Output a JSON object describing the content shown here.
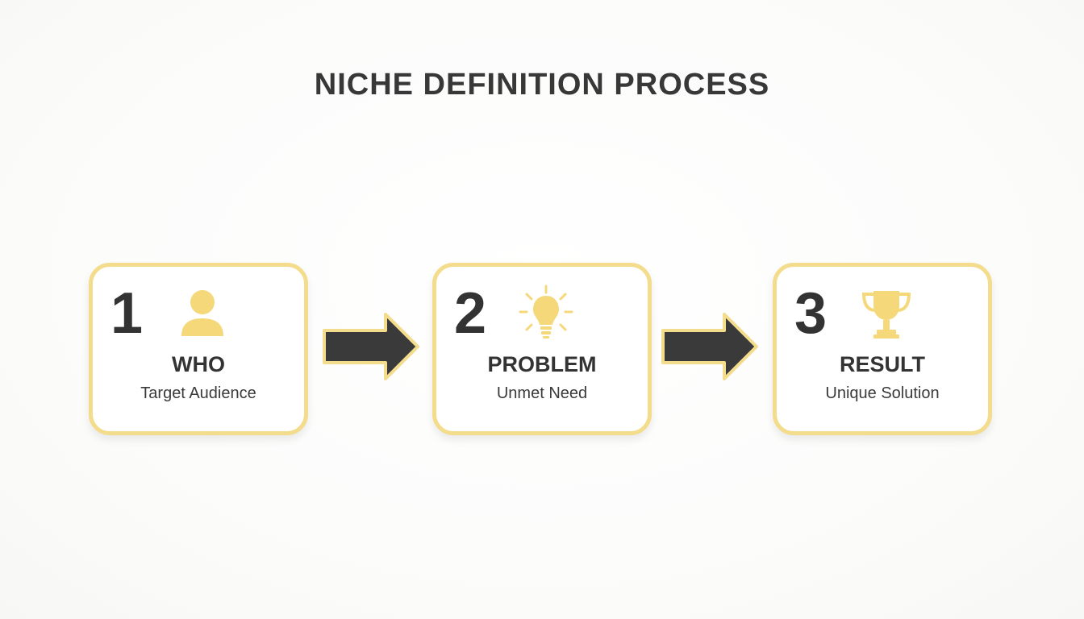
{
  "title": "NICHE DEFINITION PROCESS",
  "colors": {
    "accent": "#f3dc8c",
    "icon": "#f5d87a",
    "text": "#333333",
    "arrow": "#3a3a3a"
  },
  "steps": [
    {
      "number": "1",
      "heading": "WHO",
      "subtitle": "Target Audience",
      "icon": "person-icon"
    },
    {
      "number": "2",
      "heading": "PROBLEM",
      "subtitle": "Unmet Need",
      "icon": "lightbulb-icon"
    },
    {
      "number": "3",
      "heading": "RESULT",
      "subtitle": "Unique Solution",
      "icon": "trophy-icon"
    }
  ]
}
